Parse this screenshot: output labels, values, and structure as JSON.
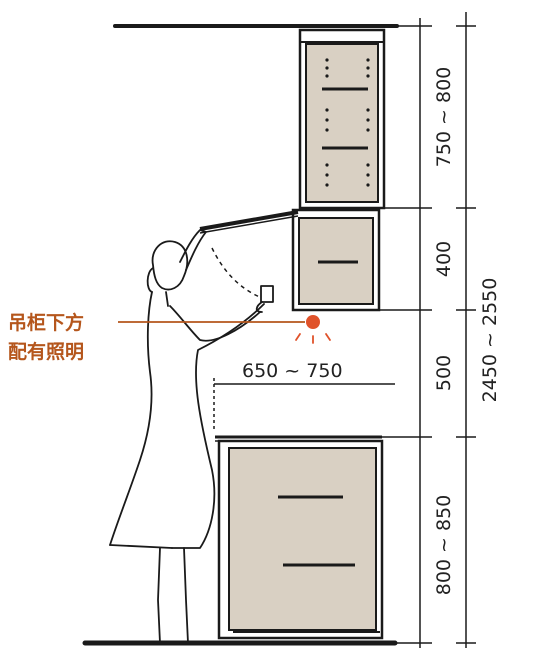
{
  "note_line1": "吊柜下方",
  "note_line2": "配有照明",
  "dim_counter_depth": "650 ~ 750",
  "dim_upper_top": "750 ~ 800",
  "dim_upper_bottom": "400",
  "dim_gap": "500",
  "dim_base": "800 ~ 850",
  "dim_total": "2450 ~ 2550",
  "colors": {
    "cabinet_fill": "#d9d0c3",
    "line": "#1a1a1a",
    "accent": "#b5561c",
    "light": "#e0522a"
  }
}
